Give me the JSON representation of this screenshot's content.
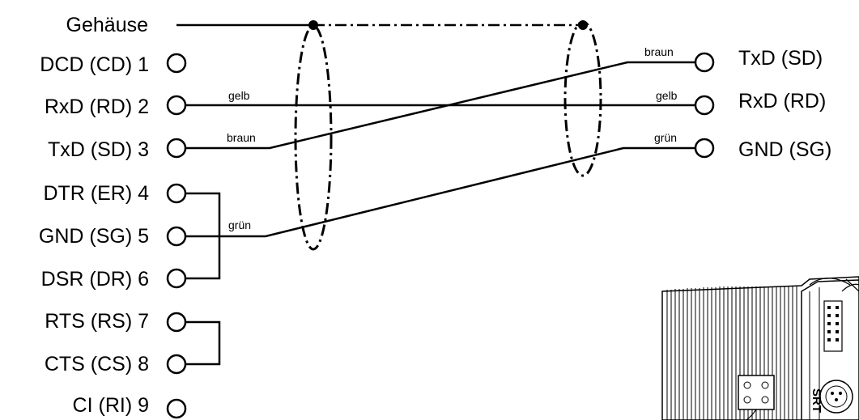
{
  "left_connector": {
    "housing": "Gehäuse",
    "pins": [
      "DCD (CD) 1",
      "RxD (RD) 2",
      "TxD (SD) 3",
      "DTR (ER) 4",
      "GND (SG) 5",
      "DSR (DR) 6",
      "RTS (RS) 7",
      "CTS (CS) 8",
      "CI (RI) 9"
    ]
  },
  "right_connector": {
    "pins": [
      "TxD (SD)",
      "RxD (RD)",
      "GND (SG)"
    ]
  },
  "wires": {
    "rxd_left": "gelb",
    "txd_left": "braun",
    "gnd_left": "grün",
    "txd_right": "braun",
    "rxd_right": "gelb",
    "gnd_right": "grün"
  },
  "device_label": "SRT"
}
